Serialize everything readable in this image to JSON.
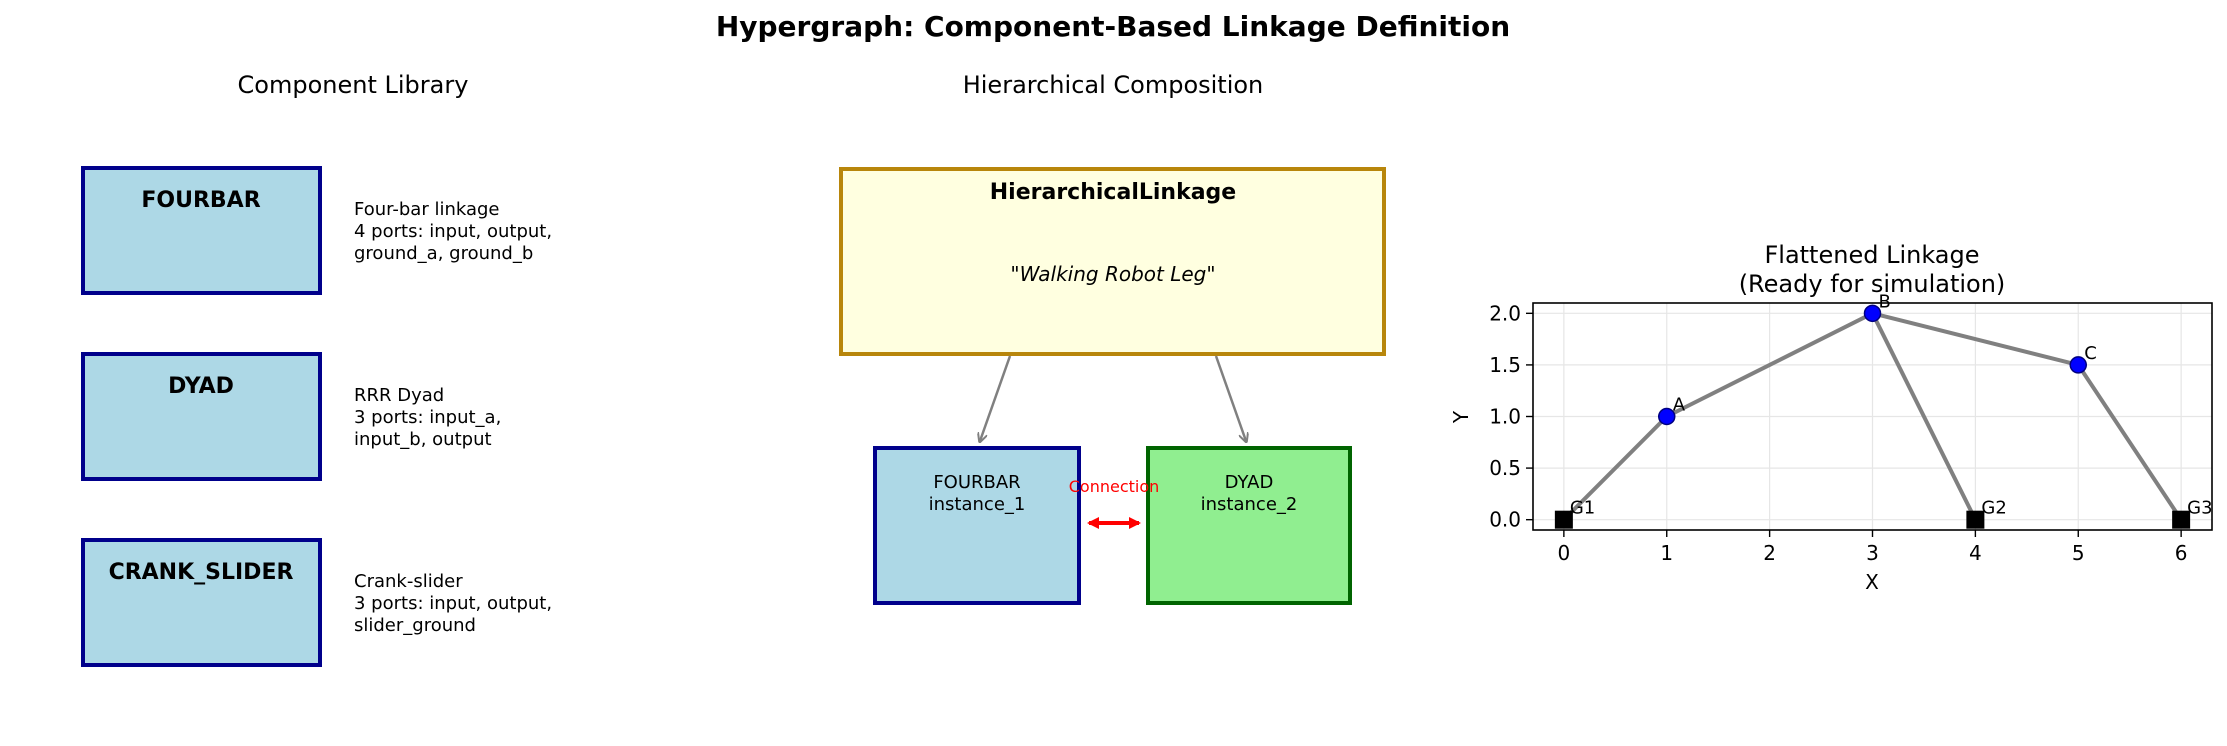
{
  "title": "Hypergraph: Component-Based Linkage Definition",
  "library": {
    "heading": "Component Library",
    "components": [
      {
        "name": "FOURBAR",
        "desc": [
          "Four-bar linkage",
          "4 ports: input, output,",
          "ground_a, ground_b"
        ]
      },
      {
        "name": "DYAD",
        "desc": [
          "RRR Dyad",
          "3 ports: input_a,",
          "input_b, output"
        ]
      },
      {
        "name": "CRANK_SLIDER",
        "desc": [
          "Crank-slider",
          "3 ports: input, output,",
          "slider_ground"
        ]
      }
    ]
  },
  "composition": {
    "heading": "Hierarchical Composition",
    "parent_name": "HierarchicalLinkage",
    "parent_label_prefix": "\"",
    "parent_label_italic": "Walking Robot Leg",
    "parent_label_suffix": "\"",
    "instance1": [
      "FOURBAR",
      "instance_1"
    ],
    "instance2": [
      "DYAD",
      "instance_2"
    ],
    "connection_label": "Connection",
    "colors": {
      "fourbar_fill": "#add8e6",
      "fourbar_edge": "#00008b",
      "dyad_fill": "#90ee90",
      "dyad_edge": "#006400",
      "parent_fill": "#ffffe0",
      "parent_edge": "#b8860b",
      "connection": "#ff0000"
    }
  },
  "chart_data": {
    "type": "scatter",
    "title": [
      "Flattened Linkage",
      "(Ready for simulation)"
    ],
    "xlabel": "X",
    "ylabel": "Y",
    "xlim": [
      -0.3,
      6.3
    ],
    "ylim": [
      -0.1,
      2.1
    ],
    "xticks": [
      "0",
      "1",
      "2",
      "3",
      "4",
      "5",
      "6"
    ],
    "yticks": [
      "0.0",
      "0.5",
      "1.0",
      "1.5",
      "2.0"
    ],
    "grid": true,
    "joints": [
      {
        "name": "A",
        "x": 1,
        "y": 1.0,
        "kind": "moving"
      },
      {
        "name": "B",
        "x": 3,
        "y": 2.0,
        "kind": "moving"
      },
      {
        "name": "C",
        "x": 5,
        "y": 1.5,
        "kind": "moving"
      },
      {
        "name": "G1",
        "x": 0,
        "y": 0.0,
        "kind": "ground"
      },
      {
        "name": "G2",
        "x": 4,
        "y": 0.0,
        "kind": "ground"
      },
      {
        "name": "G3",
        "x": 6,
        "y": 0.0,
        "kind": "ground"
      }
    ],
    "links": [
      [
        "G1",
        "A"
      ],
      [
        "A",
        "B"
      ],
      [
        "B",
        "G2"
      ],
      [
        "B",
        "C"
      ],
      [
        "C",
        "G3"
      ]
    ],
    "colors": {
      "link": "#808080",
      "moving_joint": "#0000ff",
      "ground_joint": "#000000"
    }
  }
}
